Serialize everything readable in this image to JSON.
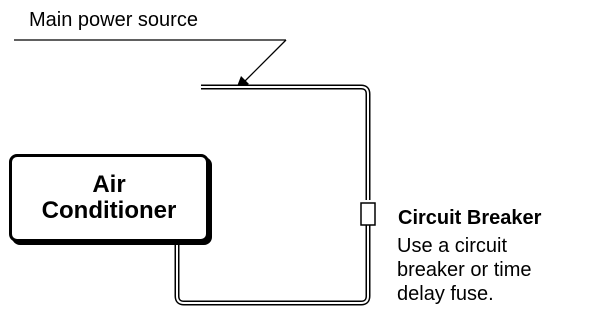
{
  "labels": {
    "power_source": "Main power source",
    "ac_line1": "Air",
    "ac_line2": "Conditioner",
    "breaker_title": "Circuit Breaker",
    "breaker_note_lines": [
      "Use a circuit",
      "breaker or time",
      "delay fuse."
    ]
  },
  "colors": {
    "line": "#000000",
    "background": "#ffffff"
  }
}
